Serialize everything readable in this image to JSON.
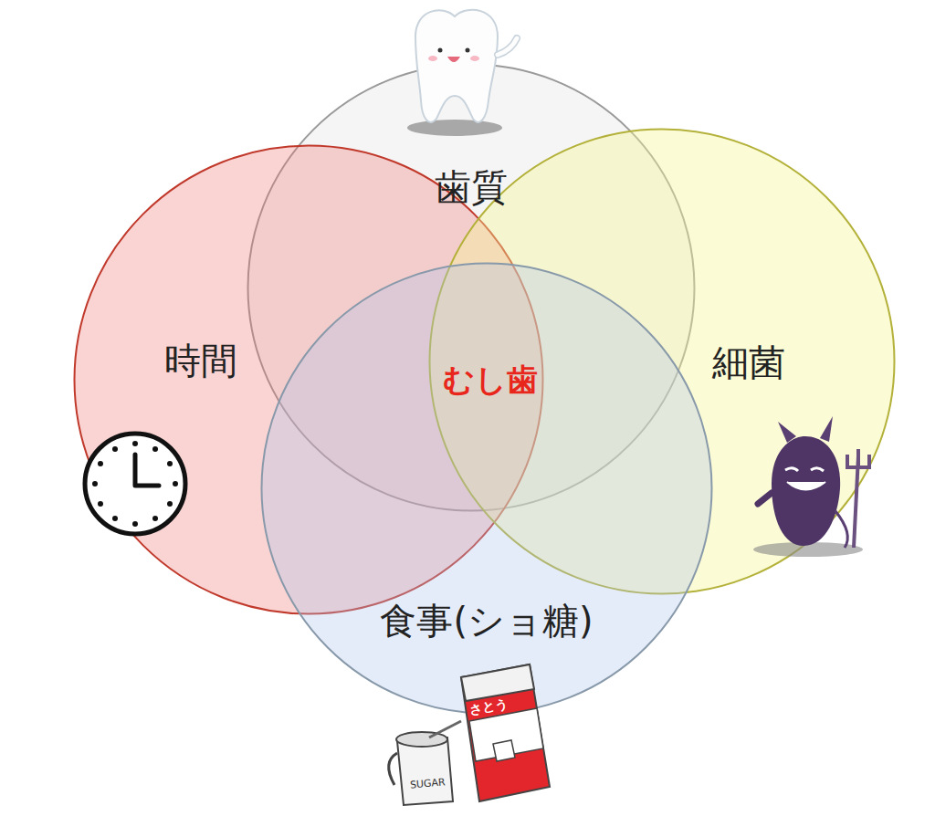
{
  "diagram": {
    "nodes": [
      {
        "text": [
          "歯質"
        ]
      },
      {
        "text": [
          "時間"
        ]
      },
      {
        "text": [
          "細菌"
        ]
      },
      {
        "text": [
          "食事(ショ糖)"
        ]
      }
    ],
    "labels": [
      "むし歯",
      "さとう",
      "SUGAR"
    ]
  }
}
